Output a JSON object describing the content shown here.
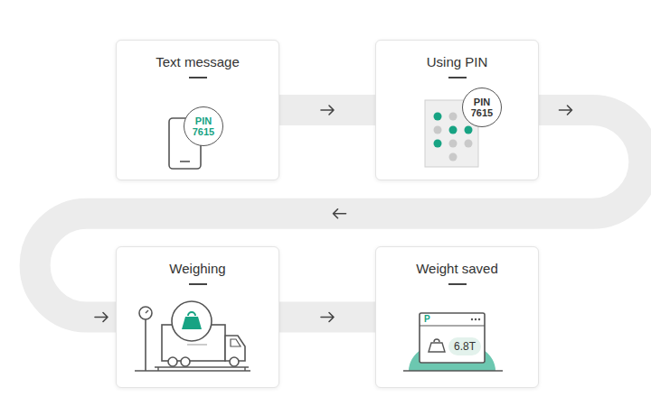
{
  "diagram": {
    "nodes": [
      {
        "text": [
          "Text message"
        ]
      },
      {
        "text": [
          "PIN 7615"
        ],
        "in": 0
      },
      {
        "text": [
          "Using PIN"
        ]
      },
      {
        "text": [
          "PIN 7615"
        ],
        "in": 2
      },
      {
        "text": [
          "Weighing"
        ]
      },
      {
        "text": [
          "Weight saved"
        ]
      },
      {
        "text": [
          "6.8T"
        ],
        "in": 5
      }
    ],
    "edges": [
      {
        "from": 0,
        "to": 2,
        "arrow": "to"
      },
      {
        "from": 2,
        "to": 4,
        "arrow": "to"
      },
      {
        "from": 4,
        "to": 5,
        "arrow": "to"
      }
    ],
    "labels": [
      "P"
    ]
  }
}
